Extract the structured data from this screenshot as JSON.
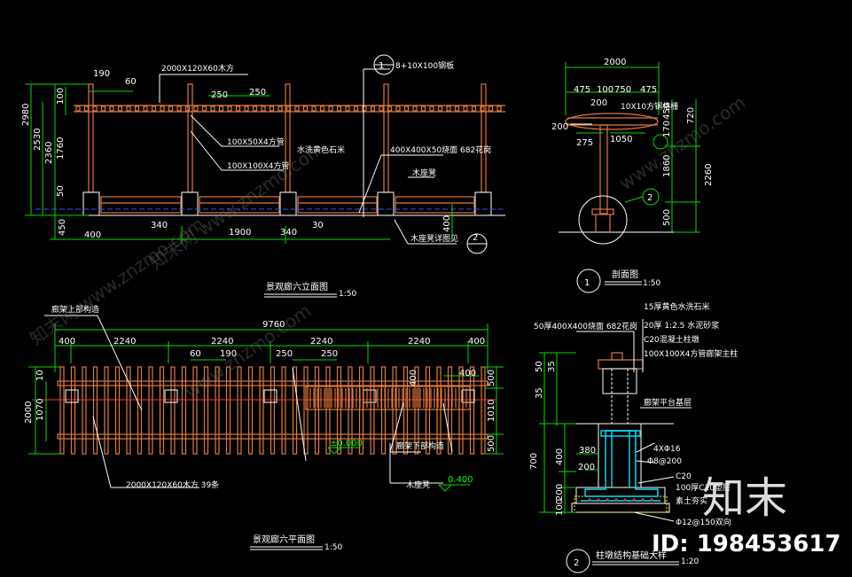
{
  "elevation": {
    "title": "景观廊六立面图",
    "scale": "1:50",
    "dims_top": [
      "190",
      "60",
      "2000X120X60木方",
      "250",
      "250"
    ],
    "dims_left": [
      "2980",
      "2530",
      "2360",
      "100",
      "1760",
      "50",
      "450"
    ],
    "dims_bottom": [
      "400",
      "340",
      "1900",
      "340",
      "30",
      "400"
    ],
    "notes": {
      "beam": "100X50X4方管",
      "column": "100X100X4方管",
      "stone": "水洗黄色石米",
      "cap": "400X400X50烧面 682花岗",
      "bench": "木座凳",
      "bench_detail": "木座凳详图见",
      "steel": "8+10X100钢板"
    },
    "callouts": {
      "c1": "1",
      "c2": "2"
    }
  },
  "section": {
    "title": "剖面图",
    "scale": "1:50",
    "number": "1",
    "dims_top": [
      "2000",
      "475",
      "100",
      "750",
      "475"
    ],
    "dims_right": [
      "450",
      "720",
      "170",
      "1860",
      "500",
      "2260"
    ],
    "dims_left": [
      "200",
      "275",
      "1050"
    ],
    "notes": {
      "top": "10X10方钢格栅",
      "left200": "200"
    },
    "callout": "2"
  },
  "plan": {
    "title": "景观廊六平面图",
    "scale": "1:50",
    "dims_top": [
      "9760",
      "400",
      "2240",
      "2240",
      "2240",
      "2240",
      "400"
    ],
    "dims_sub": [
      "60",
      "190",
      "250",
      "250",
      "400"
    ],
    "dims_left": [
      "2000",
      "1070",
      "10"
    ],
    "dims_right": [
      "500",
      "1010",
      "500"
    ],
    "notes": {
      "upper": "廊架上部构造",
      "lower": "廊架下部构造",
      "bench": "木座凳",
      "timber": "2000X120X60木方 39条",
      "level1": "±0.000",
      "level2": "0.400",
      "n400": "400"
    }
  },
  "foundation": {
    "title": "柱墩结构基础大样",
    "scale": "1:20",
    "number": "2",
    "notes": {
      "cap": "50厚400X400烧面 682花岗",
      "l1": "15厚黄色水洗石米",
      "l2": "20厚 1:2.5 水泥砂浆",
      "l3": "C20混凝土柱墩",
      "l4": "100X100X4方管廊架主柱",
      "l5": "廊架平台基层",
      "rebar1": "4XΦ16",
      "rebar2": "Φ8@200",
      "rebar3": "Φ12@150双向",
      "c20": "C20",
      "c10": "100厚C10垫层",
      "soil": "素土夯实"
    },
    "dims_left": [
      "50",
      "35",
      "35",
      "700",
      "400",
      "200",
      "100",
      "200"
    ],
    "dims_mid": [
      "380",
      "200"
    ]
  },
  "branding": {
    "logo": "知末",
    "id": "ID: 198453617",
    "watermarks": [
      "知末网 www.znzmo.com",
      "www.znzmo.com",
      "知末网 www.znzmo.com",
      "www.znzmo.com"
    ]
  }
}
